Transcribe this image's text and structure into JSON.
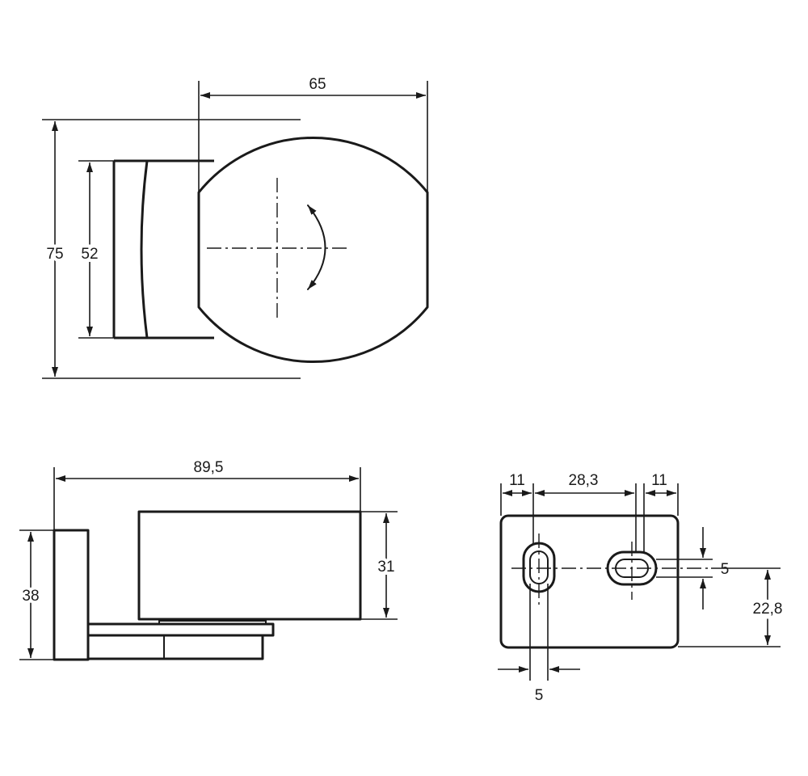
{
  "colors": {
    "line": "#1a1a1a",
    "background": "#ffffff"
  },
  "top_view": {
    "width_label": "65",
    "height_label": "75",
    "clamp_height_label": "52",
    "rotation_indicator": "rotation-arrow-icon"
  },
  "side_view": {
    "length_label": "89,5",
    "body_height_label": "31",
    "plate_height_label": "38"
  },
  "plate_view": {
    "left_margin_label": "11",
    "slot_spacing_label": "28,3",
    "right_margin_label": "11",
    "slot_width_label": "5",
    "slot_height_label": "5",
    "slot_offset_label": "22,8"
  }
}
